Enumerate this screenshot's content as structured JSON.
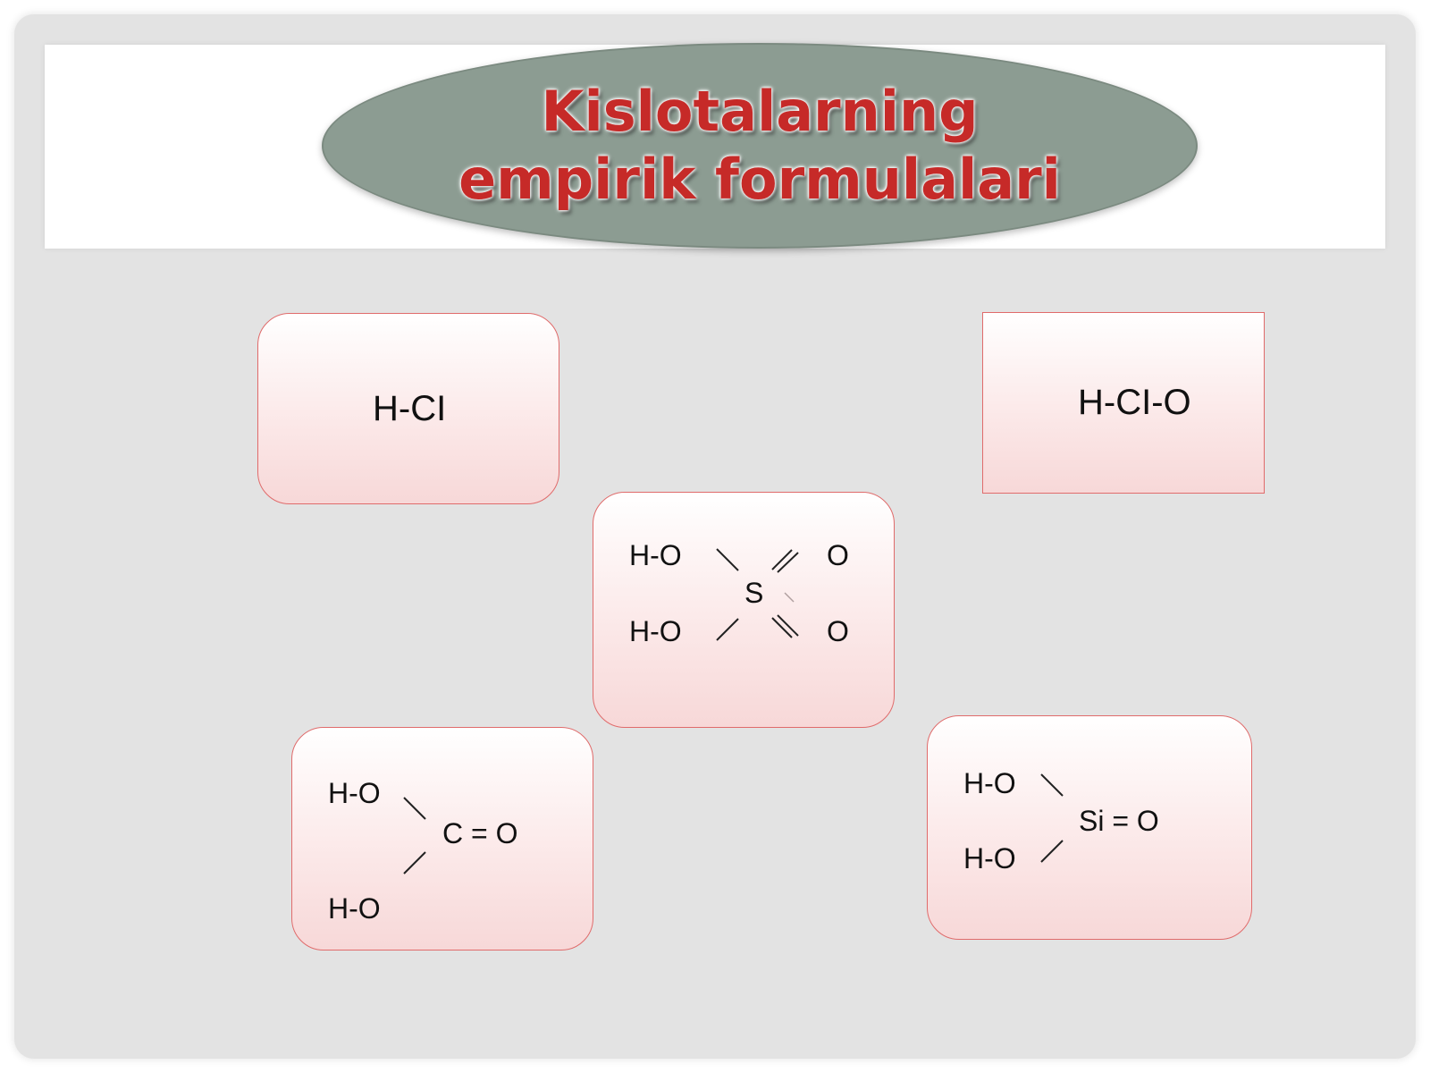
{
  "title": {
    "line1": "Kislotalarning",
    "line2": "empirik formulalari"
  },
  "formulas": {
    "hcl": {
      "text": "H-CI"
    },
    "hclo": {
      "text": "H-CI-O"
    },
    "sulfuric": {
      "group_top": "H-O",
      "group_bottom": "H-O",
      "center": "S",
      "right_top": "O",
      "right_bottom": "O"
    },
    "carbonic": {
      "group_top": "H-O",
      "group_bottom": "H-O",
      "center": "C =  O"
    },
    "silicic": {
      "group_top": "H-O",
      "group_bottom": "H-O",
      "center": "Si = O"
    }
  },
  "colors": {
    "title_text": "#c62a28",
    "ellipse_fill": "#8c9c92",
    "card_border": "#e06b6b",
    "slide_background": "#e3e3e3"
  }
}
